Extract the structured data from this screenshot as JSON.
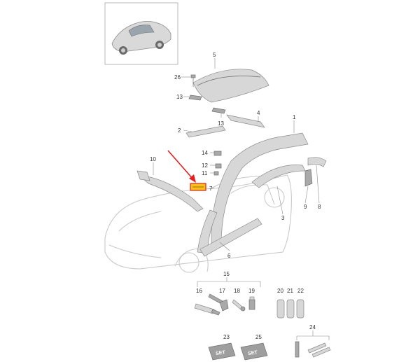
{
  "colors": {
    "highlight": "#f6c21a",
    "highlight_border": "#e0211f",
    "arrow": "#e0211f"
  },
  "callouts": {
    "n1": "1",
    "n2": "2",
    "n3": "3",
    "n4": "4",
    "n5": "5",
    "n6": "6",
    "n7": "7",
    "n8": "8",
    "n9": "9",
    "n10": "10",
    "n11": "11",
    "n12": "12",
    "n13a": "13",
    "n13b": "13",
    "n14": "14",
    "n15": "15",
    "n16": "16",
    "n17": "17",
    "n18": "18",
    "n19": "19",
    "n20": "20",
    "n21": "21",
    "n22": "22",
    "n23": "23",
    "n24": "24",
    "n25": "25",
    "n26": "26"
  },
  "set_label_23": "SET",
  "set_label_25": "SET"
}
